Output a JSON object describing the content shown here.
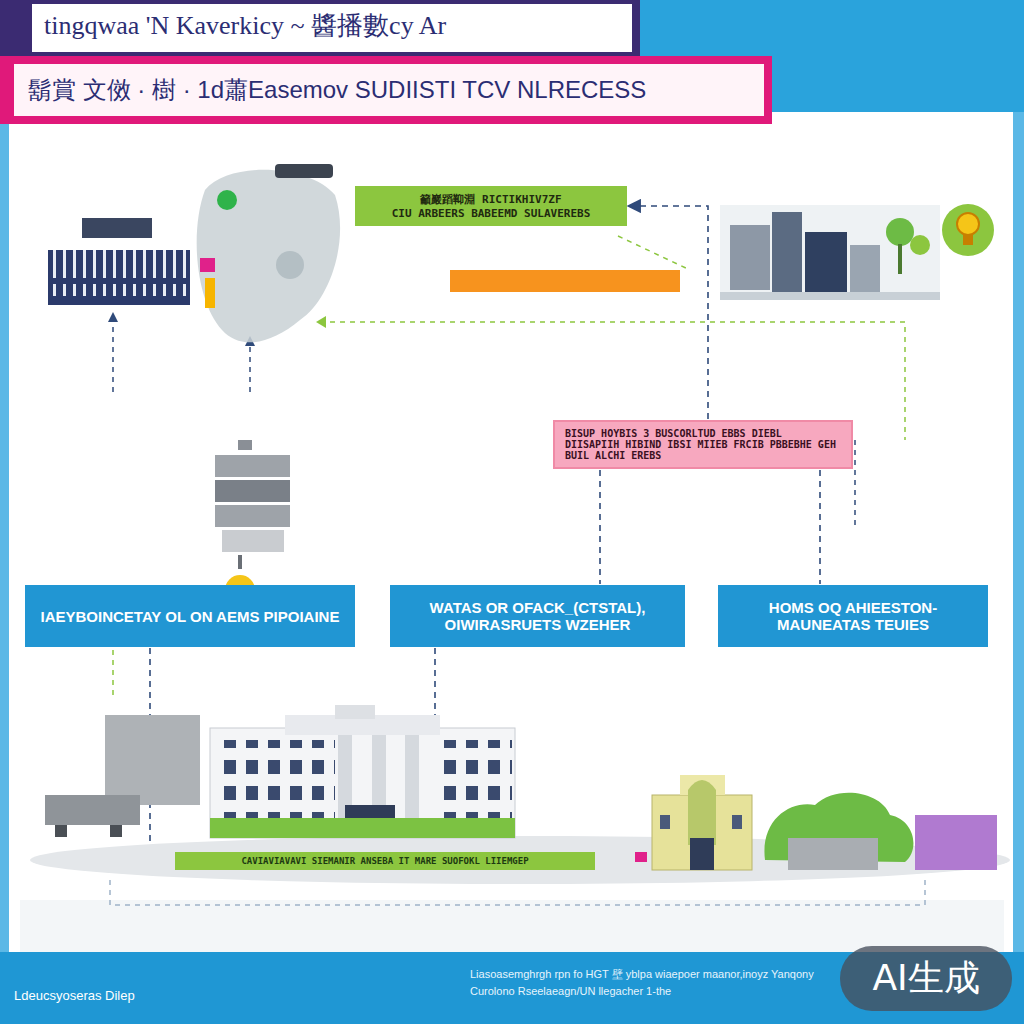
{
  "diagram": {
    "title": "tingqwaa 'N Kaverkicy ~ 醬播數cy Ar",
    "nodes": [
      {
        "text": [
          "鬍賞 文傚 · 樹 · 1d蕭Easemov SUDIISTI TCV NLRECESS"
        ]
      },
      {
        "text": [
          "籲巖蹈䩕淵 RICTIKHIV7ZF",
          "CIU ARBEERS BABEEMD SULAVEREBS"
        ]
      },
      {
        "text": [
          "BISUP HOYBIS 3 BUSCORLTUD EBBS DIEBL DIISAPIIH HIBIND IBSI MIIEB FRCIB PBBEBHE GEH BUIL ALCHI EREBS"
        ]
      },
      {
        "text": [
          "IAEYBOINCETAY OL ON AEMS PIPOIAINE"
        ]
      },
      {
        "text": [
          "WATAS OR OFACK_(CTSTAL), OIWIRASRUETS WZEHER"
        ]
      },
      {
        "text": [
          "HOMS OQ AHIEESTON- MAUNEATAS TEUIES"
        ]
      },
      {
        "text": [
          "CAVIAVIAVAVI SIEMANIR ANSEBA IT MARE SUOFOKL LIIEMGEP"
        ]
      }
    ],
    "edges": [
      {
        "from": 2,
        "to": 1,
        "arrow": "to"
      },
      {
        "from": 2,
        "to": 4,
        "arrow": "none"
      },
      {
        "from": 2,
        "to": 5,
        "arrow": "none"
      },
      {
        "from": 3,
        "to": 6,
        "arrow": "to"
      },
      {
        "from": 4,
        "to": 6,
        "arrow": "none"
      }
    ],
    "labels": [
      "Ldeucsyoseras Dilep",
      "Liasoasemghrgh rpn fo HGT 壁 yblpa wiaepoer maanor,inoyz Yanqony Curolono Rseelaeagn/UN llegacher 1-the",
      "AI生成"
    ]
  }
}
